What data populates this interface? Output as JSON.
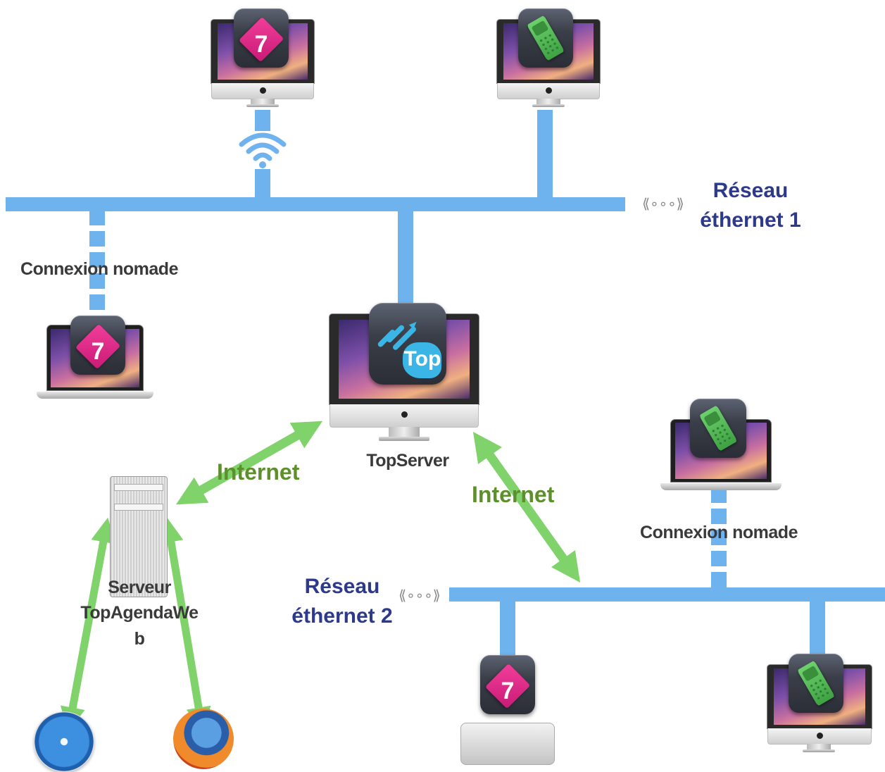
{
  "networks": {
    "network1": {
      "line1": "Réseau",
      "line2": "éthernet 1"
    },
    "network2": {
      "line1": "Réseau",
      "line2": "éthernet 2"
    }
  },
  "labels": {
    "nomad_top": "Connexion nomade",
    "nomad_bottom": "Connexion nomade",
    "internet_left": "Internet",
    "internet_right": "Internet",
    "server_name": "TopServer",
    "web_server_line1": "Serveur",
    "web_server_line2": "TopAgendaWe",
    "web_server_line3": "b"
  },
  "app_icons": {
    "topagenda_number": "7",
    "topserver_badge": "Top"
  },
  "colors": {
    "network_line": "#6fb3ee",
    "internet_arrow": "#7fd36a",
    "network_label": "#2d3a8c",
    "internet_label": "#5d8f2d",
    "topagenda_icon": "#e52b8a",
    "mobile_icon": "#4cb84f",
    "topserver_icon": "#3ab5e6"
  },
  "icons": {
    "wifi": "wifi-icon",
    "network": "network-icon",
    "safari": "safari-icon",
    "firefox": "firefox-icon"
  }
}
